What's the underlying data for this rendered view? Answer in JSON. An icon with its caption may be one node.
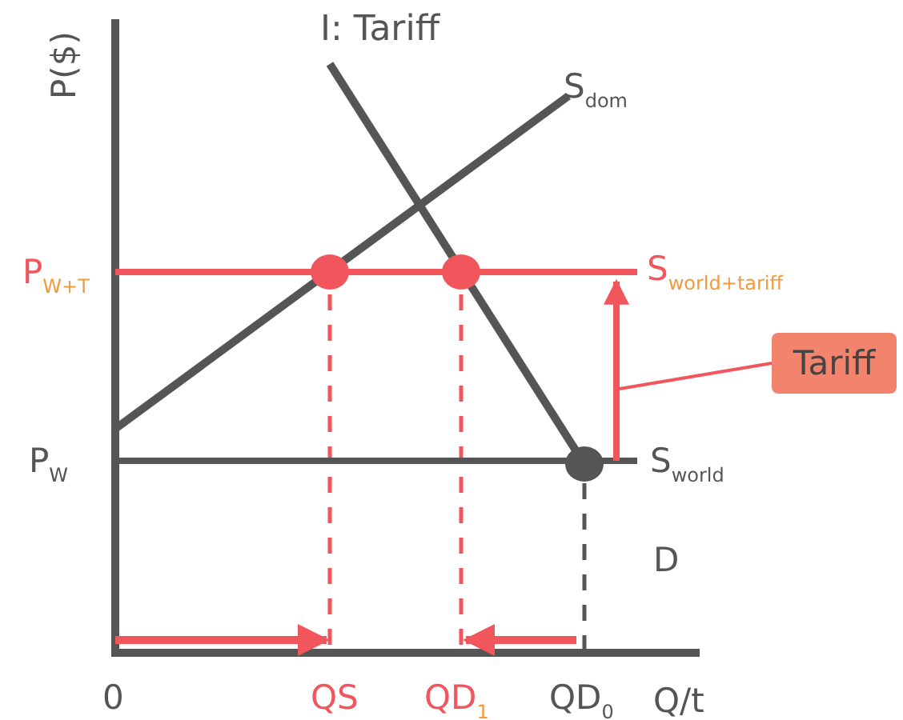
{
  "diagram": {
    "title": "I: Tariff",
    "nodes": [
      {
        "text": [
          "Tariff"
        ]
      },
      {
        "text": [],
        "shape": "arrow"
      }
    ],
    "edges": [
      {
        "from": 0,
        "to": 1,
        "arrow": "none",
        "color": "#f0565c"
      }
    ],
    "labels": [
      "P($)",
      "S$_{dom}$",
      "P$_{W+T}$",
      "S$_{world+tariff}$",
      "P$_{W}$",
      "S$_{world}$",
      "D",
      "0",
      "QS",
      "QD$_{1}$",
      "QD$_{0}$",
      "Q/t"
    ]
  }
}
